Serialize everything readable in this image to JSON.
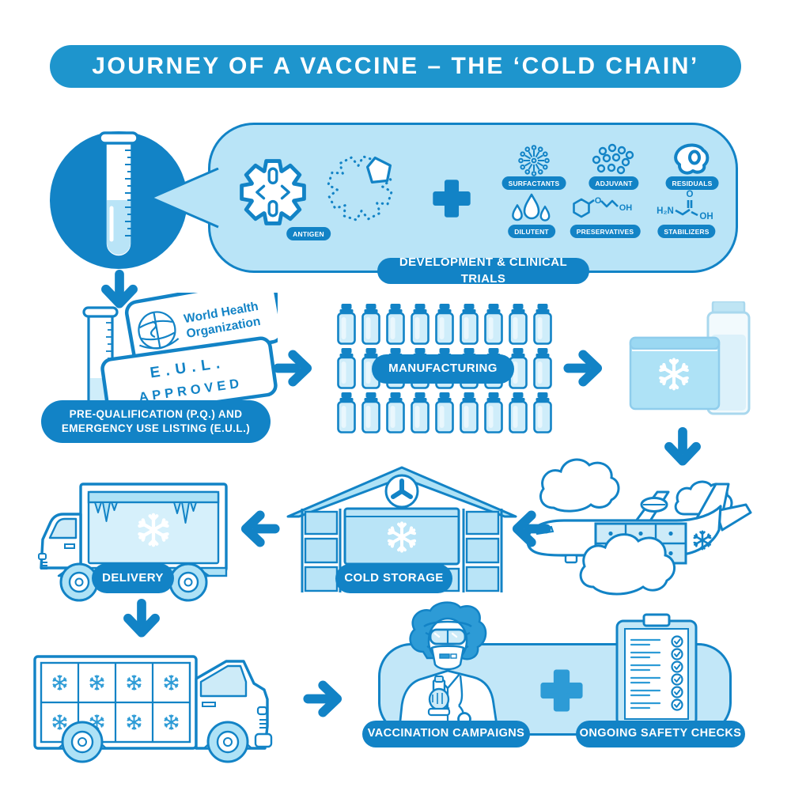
{
  "title": "JOURNEY OF A VACCINE – THE ‘COLD CHAIN’",
  "development": {
    "bubble_label": "DEVELOPMENT & CLINICAL TRIALS",
    "antigen_label": "ANTIGEN",
    "ingredients": [
      "SURFACTANTS",
      "ADJUVANT",
      "RESIDUALS",
      "DILUTENT",
      "PRESERVATIVES",
      "STABILIZERS"
    ],
    "chem": {
      "o": "O",
      "oh": "OH",
      "h2n": "H₂N"
    }
  },
  "prequalification": {
    "who_line1": "World Health",
    "who_line2": "Organization",
    "eul_line1": "E.U.L.",
    "eul_line2": "APPROVED",
    "label_line1": "PRE-QUALIFICATION (P.Q.) AND",
    "label_line2": "EMERGENCY USE LISTING (E.U.L.)"
  },
  "manufacturing": {
    "label": "MANUFACTURING",
    "grid": {
      "rows": 3,
      "cols": 9
    }
  },
  "cold_storage": {
    "label": "COLD STORAGE"
  },
  "delivery": {
    "label": "DELIVERY"
  },
  "vaccination": {
    "label": "VACCINATION CAMPAIGNS"
  },
  "safety": {
    "label": "ONGOING SAFETY CHECKS",
    "checklist_items": 6
  },
  "colors": {
    "ink": "#1283C6",
    "accent": "#2D9BD6",
    "banner": "#1E95CD",
    "light_fill": "#B9E4F7",
    "box_fill": "#AEE2F6",
    "liquid": "#CFEDFA",
    "white": "#FFFFFF"
  }
}
